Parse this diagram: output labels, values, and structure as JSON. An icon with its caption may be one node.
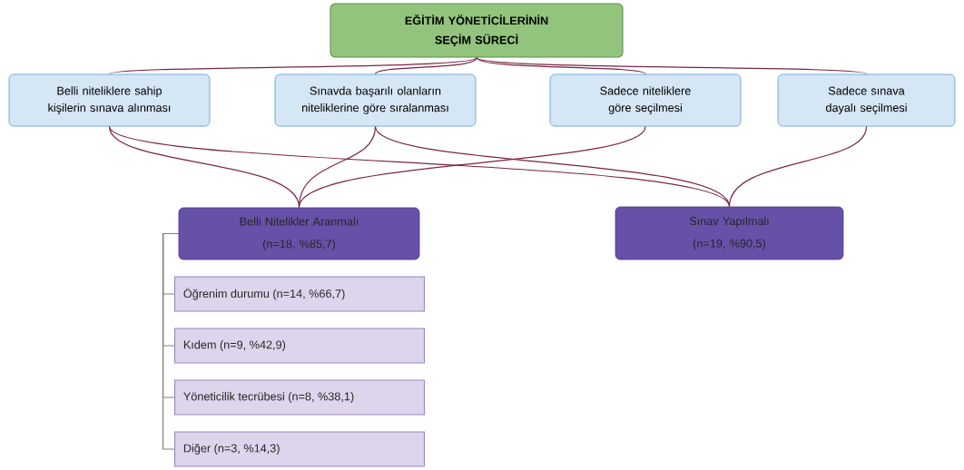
{
  "diagram": {
    "nodes": [
      {
        "text": [
          "EĞİTİM YÖNETİCİLERİNİN SEÇİM SÜRECİ"
        ]
      },
      {
        "text": [
          "Belli niteliklere sahip kişilerin sınava alınması"
        ]
      },
      {
        "text": [
          "Sınavda başarılı olanların niteliklerine göre sıralanması"
        ]
      },
      {
        "text": [
          "Sadece niteliklere göre seçilmesi"
        ]
      },
      {
        "text": [
          "Sadece sınava dayalı seçilmesi"
        ]
      },
      {
        "text": [
          "Belli Nitelikler Aranmalı",
          "(n=18, %85,7)"
        ]
      },
      {
        "text": [
          "Sınav Yapılmalı",
          "(n=19, %90,5)"
        ]
      },
      {
        "text": [
          "Öğrenim durumu (n=14, %66,7)"
        ]
      },
      {
        "text": [
          "Kıdem (n=9, %42,9)"
        ]
      },
      {
        "text": [
          "Yöneticilik tecrübesi (n=8, %38,1)"
        ]
      },
      {
        "text": [
          "Diğer (n=3, %14,3)"
        ]
      }
    ],
    "edges": [
      {
        "from": 0,
        "to": 1,
        "arrow": "none"
      },
      {
        "from": 0,
        "to": 2,
        "arrow": "none"
      },
      {
        "from": 0,
        "to": 3,
        "arrow": "none"
      },
      {
        "from": 0,
        "to": 4,
        "arrow": "none"
      },
      {
        "from": 1,
        "to": 5,
        "arrow": "none"
      },
      {
        "from": 1,
        "to": 6,
        "arrow": "none"
      },
      {
        "from": 2,
        "to": 5,
        "arrow": "none"
      },
      {
        "from": 2,
        "to": 6,
        "arrow": "none"
      },
      {
        "from": 3,
        "to": 5,
        "arrow": "none"
      },
      {
        "from": 4,
        "to": 6,
        "arrow": "none"
      },
      {
        "from": 5,
        "to": 7,
        "arrow": "none",
        "color": "#808080"
      },
      {
        "from": 5,
        "to": 8,
        "arrow": "none",
        "color": "#808080"
      },
      {
        "from": 5,
        "to": 9,
        "arrow": "none",
        "color": "#808080"
      },
      {
        "from": 5,
        "to": 10,
        "arrow": "none",
        "color": "#808080"
      }
    ]
  }
}
